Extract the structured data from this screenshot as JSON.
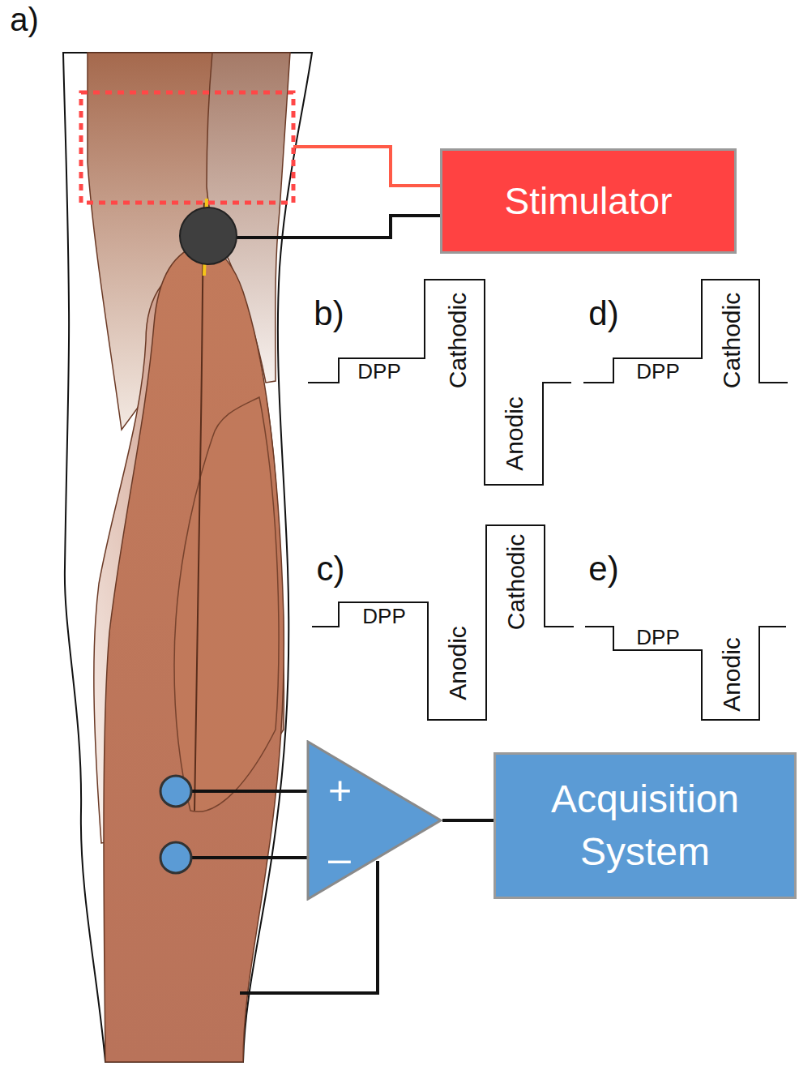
{
  "diagram": {
    "nodes": [
      {
        "text": [
          "Stimulator"
        ]
      },
      {
        "text": [
          "+",
          "–"
        ]
      },
      {
        "text": [
          "Acquisition System"
        ]
      }
    ],
    "edges": [
      {
        "from": 1,
        "to": 2,
        "arrow": "none"
      }
    ],
    "labels": [
      "a)",
      "b)",
      "DPP",
      "Cathodic",
      "Anodic",
      "d)",
      "DPP",
      "Cathodic",
      "c)",
      "DPP",
      "Anodic",
      "Cathodic",
      "e)",
      "DPP",
      "Anodic"
    ]
  }
}
